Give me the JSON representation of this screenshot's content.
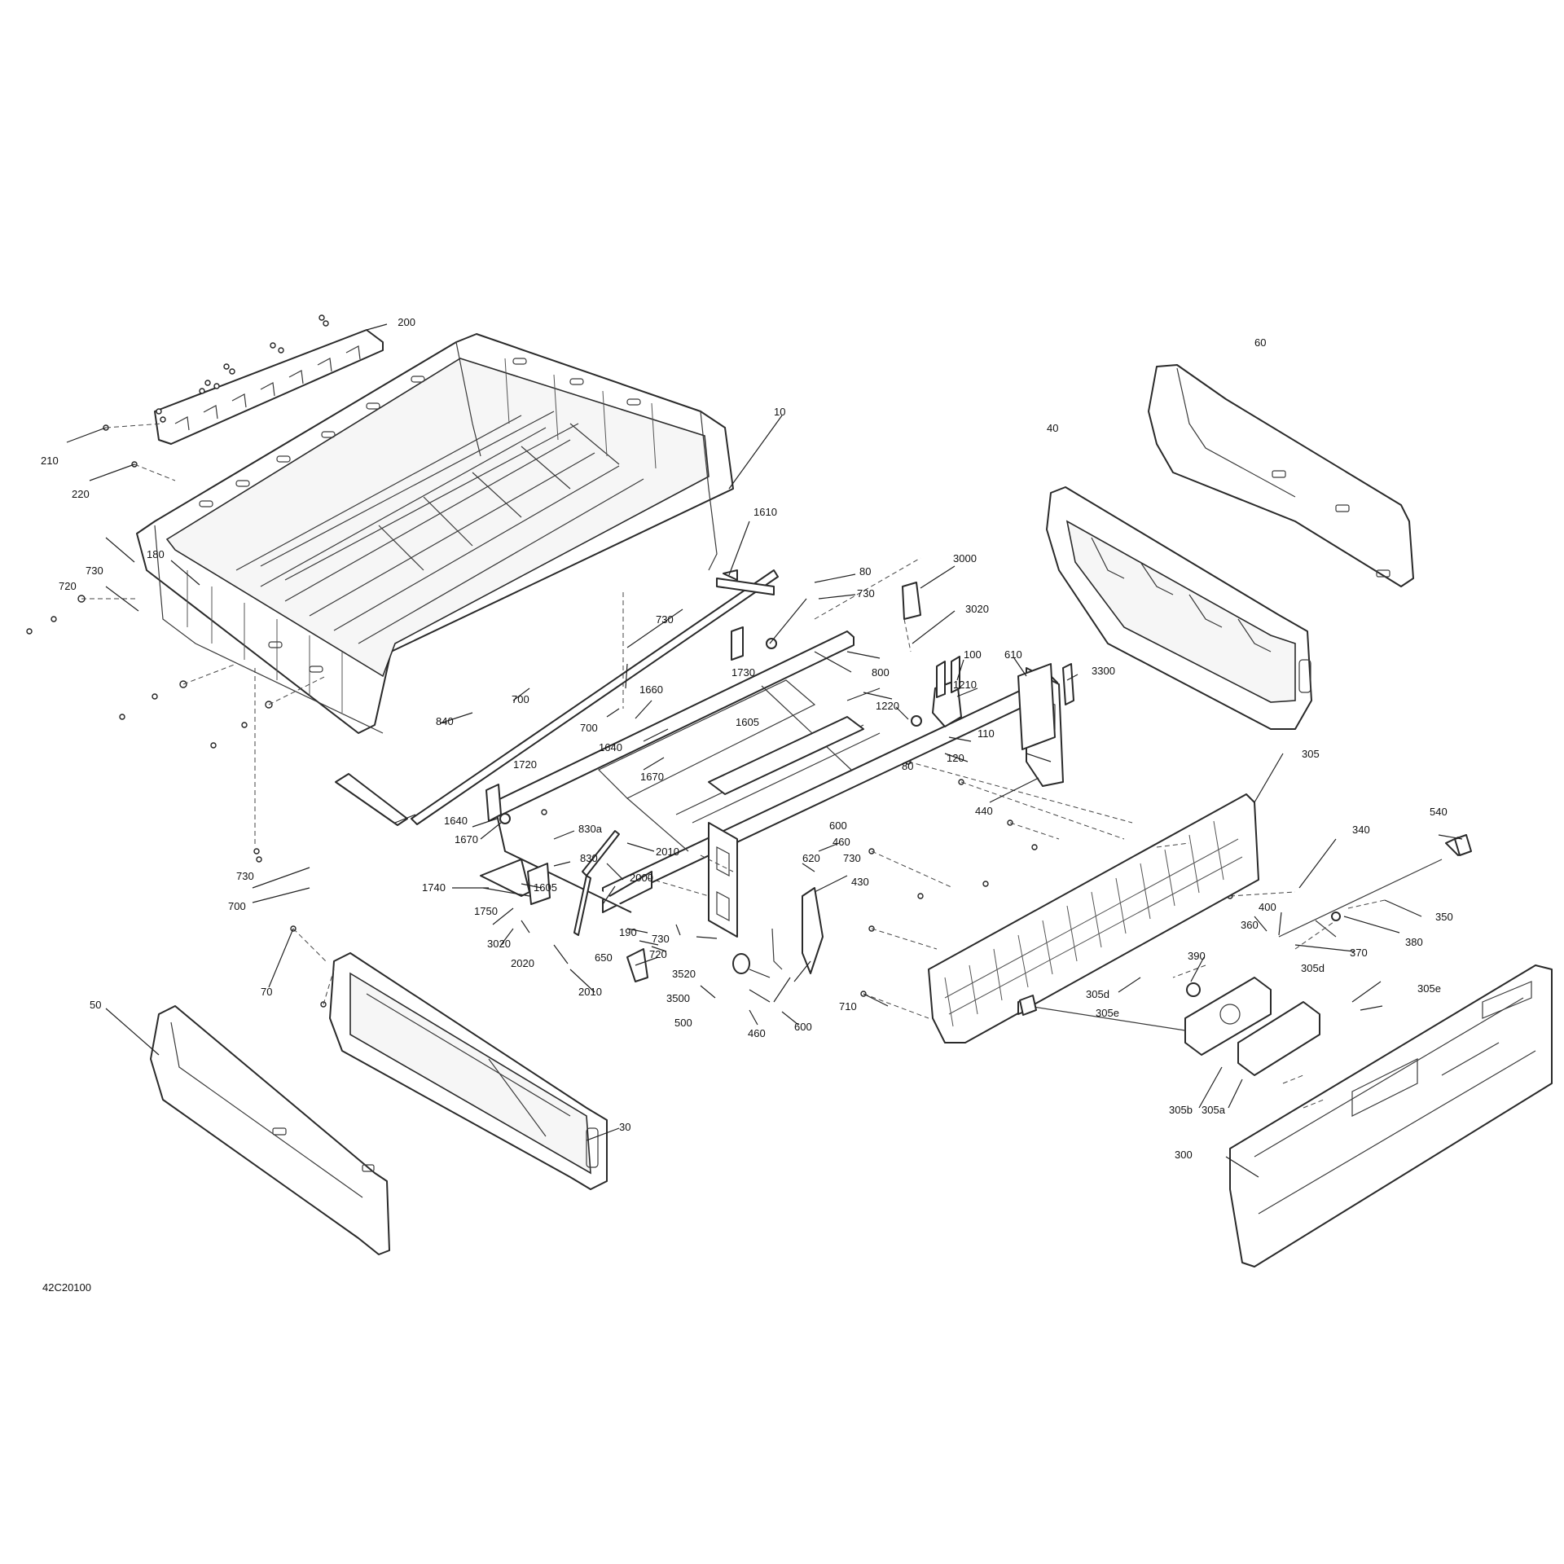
{
  "diagram_ref": "42C20100",
  "labels": {
    "l10": "10",
    "l30": "30",
    "l40": "40",
    "l50": "50",
    "l60": "60",
    "l70": "70",
    "l80a": "80",
    "l80b": "80",
    "l100": "100",
    "l110": "110",
    "l120": "120",
    "l180": "180",
    "l190": "190",
    "l200": "200",
    "l210": "210",
    "l220": "220",
    "l300": "300",
    "l305": "305",
    "l305a": "305a",
    "l305b": "305b",
    "l305d1": "305d",
    "l305d2": "305d",
    "l305e1": "305e",
    "l305e2": "305e",
    "l340": "340",
    "l350": "350",
    "l360": "360",
    "l370": "370",
    "l380": "380",
    "l390": "390",
    "l400": "400",
    "l430": "430",
    "l440": "440",
    "l460a": "460",
    "l460b": "460",
    "l500": "500",
    "l540": "540",
    "l600a": "600",
    "l600b": "600",
    "l610": "610",
    "l620": "620",
    "l650": "650",
    "l700a": "700",
    "l700b": "700",
    "l700c": "700",
    "l710": "710",
    "l720a": "720",
    "l720b": "720",
    "l730a": "730",
    "l730b": "730",
    "l730c": "730",
    "l730d": "730",
    "l730e": "730",
    "l730f": "730",
    "l800": "800",
    "l830": "830",
    "l830a": "830a",
    "l840": "840",
    "l1210": "1210",
    "l1220": "1220",
    "l1605a": "1605",
    "l1605b": "1605",
    "l1610": "1610",
    "l1640a": "1640",
    "l1640b": "1640",
    "l1660": "1660",
    "l1670a": "1670",
    "l1670b": "1670",
    "l1720": "1720",
    "l1730": "1730",
    "l1740": "1740",
    "l1750": "1750",
    "l2000": "2000",
    "l2010a": "2010",
    "l2010b": "2010",
    "l2020": "2020",
    "l3000": "3000",
    "l3020a": "3020",
    "l3020b": "3020",
    "l3300": "3300",
    "l3500": "3500",
    "l3520": "3520"
  }
}
